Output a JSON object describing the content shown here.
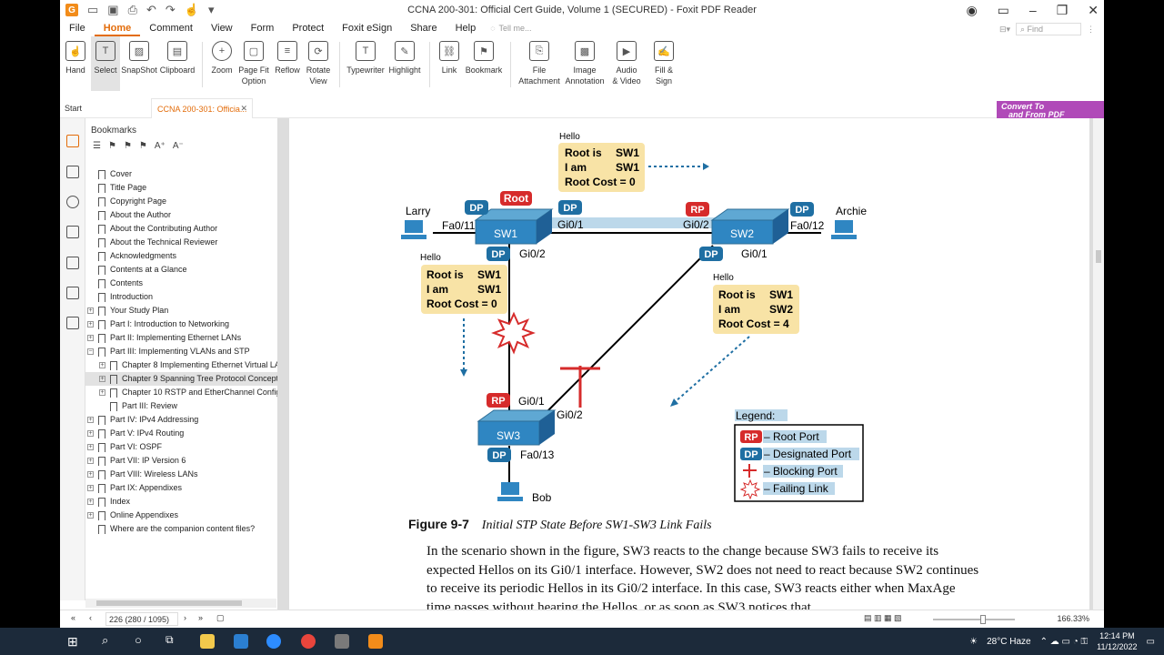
{
  "window": {
    "title": "CCNA 200-301: Official Cert Guide, Volume 1 (SECURED) - Foxit PDF Reader"
  },
  "menu": {
    "items": [
      "File",
      "Home",
      "Comment",
      "View",
      "Form",
      "Protect",
      "Foxit eSign",
      "Share",
      "Help"
    ],
    "active": "Home",
    "tell_me": "Tell me...",
    "find": "Find"
  },
  "ribbon": {
    "buttons": [
      {
        "label": "Hand",
        "icon": "hand-icon"
      },
      {
        "label": "Select",
        "icon": "select-text-icon"
      },
      {
        "label": "SnapShot",
        "icon": "snapshot-icon"
      },
      {
        "label": "Clipboard",
        "icon": "clipboard-icon"
      },
      {
        "label": "Zoom",
        "icon": "zoom-icon"
      },
      {
        "label": "Page Fit\nOption",
        "icon": "page-fit-icon"
      },
      {
        "label": "Reflow",
        "icon": "reflow-icon"
      },
      {
        "label": "Rotate\nView",
        "icon": "rotate-icon"
      },
      {
        "label": "Typewriter",
        "icon": "typewriter-icon"
      },
      {
        "label": "Highlight",
        "icon": "highlight-icon"
      },
      {
        "label": "Link",
        "icon": "link-icon"
      },
      {
        "label": "Bookmark",
        "icon": "bookmark-icon"
      },
      {
        "label": "File\nAttachment",
        "icon": "file-attachment-icon"
      },
      {
        "label": "Image\nAnnotation",
        "icon": "image-annotation-icon"
      },
      {
        "label": "Audio\n& Video",
        "icon": "audio-video-icon"
      },
      {
        "label": "Fill &\nSign",
        "icon": "fill-sign-icon"
      }
    ]
  },
  "tabs": {
    "start": "Start",
    "doc": "CCNA 200-301: Officia..."
  },
  "promo": {
    "line1": "Convert To",
    "line2": "and From PDF"
  },
  "bookmarks": {
    "title": "Bookmarks",
    "items": [
      {
        "label": "Cover",
        "level": 0,
        "expandable": false
      },
      {
        "label": "Title Page",
        "level": 0,
        "expandable": false
      },
      {
        "label": "Copyright Page",
        "level": 0,
        "expandable": false
      },
      {
        "label": "About the Author",
        "level": 0,
        "expandable": false
      },
      {
        "label": "About the Contributing Author",
        "level": 0,
        "expandable": false
      },
      {
        "label": "About the Technical Reviewer",
        "level": 0,
        "expandable": false
      },
      {
        "label": "Acknowledgments",
        "level": 0,
        "expandable": false
      },
      {
        "label": "Contents at a Glance",
        "level": 0,
        "expandable": false
      },
      {
        "label": "Contents",
        "level": 0,
        "expandable": false
      },
      {
        "label": "Introduction",
        "level": 0,
        "expandable": false
      },
      {
        "label": "Your Study Plan",
        "level": 0,
        "expandable": true
      },
      {
        "label": "Part I: Introduction to Networking",
        "level": 0,
        "expandable": true
      },
      {
        "label": "Part II: Implementing Ethernet LANs",
        "level": 0,
        "expandable": true
      },
      {
        "label": "Part III: Implementing VLANs and STP",
        "level": 0,
        "expandable": true,
        "expanded": true
      },
      {
        "label": "Chapter 8 Implementing Ethernet Virtual LA",
        "level": 1,
        "expandable": true
      },
      {
        "label": "Chapter 9 Spanning Tree Protocol Concept",
        "level": 1,
        "expandable": true,
        "selected": true
      },
      {
        "label": "Chapter 10 RSTP and EtherChannel Configu",
        "level": 1,
        "expandable": true
      },
      {
        "label": "Part III: Review",
        "level": 1,
        "expandable": false
      },
      {
        "label": "Part IV: IPv4 Addressing",
        "level": 0,
        "expandable": true
      },
      {
        "label": "Part V: IPv4 Routing",
        "level": 0,
        "expandable": true
      },
      {
        "label": "Part VI: OSPF",
        "level": 0,
        "expandable": true
      },
      {
        "label": "Part VII: IP Version 6",
        "level": 0,
        "expandable": true
      },
      {
        "label": "Part VIII: Wireless LANs",
        "level": 0,
        "expandable": true
      },
      {
        "label": "Part IX: Appendixes",
        "level": 0,
        "expandable": true
      },
      {
        "label": "Index",
        "level": 0,
        "expandable": true
      },
      {
        "label": "Online Appendixes",
        "level": 0,
        "expandable": true
      },
      {
        "label": "Where are the companion content files?",
        "level": 0,
        "expandable": false
      }
    ]
  },
  "figure": {
    "hello1": {
      "tag": "Hello",
      "l1a": "Root is",
      "l1b": "SW1",
      "l2a": "I am",
      "l2b": "SW1",
      "l3": "Root Cost = 0"
    },
    "hello2": {
      "tag": "Hello",
      "l1a": "Root is",
      "l1b": "SW1",
      "l2a": "I am",
      "l2b": "SW1",
      "l3": "Root Cost = 0"
    },
    "hello3": {
      "tag": "Hello",
      "l1a": "Root is",
      "l1b": "SW1",
      "l2a": "I am",
      "l2b": "SW2",
      "l3": "Root Cost = 4"
    },
    "sw1": "SW1",
    "sw2": "SW2",
    "sw3": "SW3",
    "larry": "Larry",
    "archie": "Archie",
    "bob": "Bob",
    "root_tag": "Root",
    "rp": "RP",
    "dp": "DP",
    "ports": {
      "sw1_fa011": "Fa0/11",
      "sw1_gi01": "Gi0/1",
      "sw1_gi02": "Gi0/2",
      "sw2_gi02": "Gi0/2",
      "sw2_fa012": "Fa0/12",
      "sw2_gi01": "Gi0/1",
      "sw3_gi01": "Gi0/1",
      "sw3_gi02": "Gi0/2",
      "sw3_fa013": "Fa0/13"
    },
    "legend": {
      "title": "Legend:",
      "rp": "– Root Port",
      "dp": "– Designated Port",
      "block": "– Blocking Port",
      "fail": "– Failing Link"
    },
    "caption_num": "Figure 9-7",
    "caption_text": "Initial STP State Before SW1-SW3 Link Fails",
    "paragraph": "In the scenario shown in the figure, SW3 reacts to the change because SW3 fails to receive its expected Hellos on its Gi0/1 interface. However, SW2 does not need to react because SW2 continues to receive its periodic Hellos in its Gi0/2 interface. In this case, SW3 reacts either when MaxAge time passes without hearing the Hellos, or as soon as SW3 notices that"
  },
  "status": {
    "page": "226 (280 / 1095)",
    "zoom": "166.33%"
  },
  "taskbar": {
    "weather": "28°C  Haze",
    "time": "12:14 PM",
    "date": "11/12/2022"
  },
  "colors": {
    "accent": "#e36c0a",
    "port_badge": "#1f6fa3",
    "root_badge": "#d62b2b",
    "hello_box": "#f8e3a6",
    "link_hilite": "#bcd8ea"
  }
}
